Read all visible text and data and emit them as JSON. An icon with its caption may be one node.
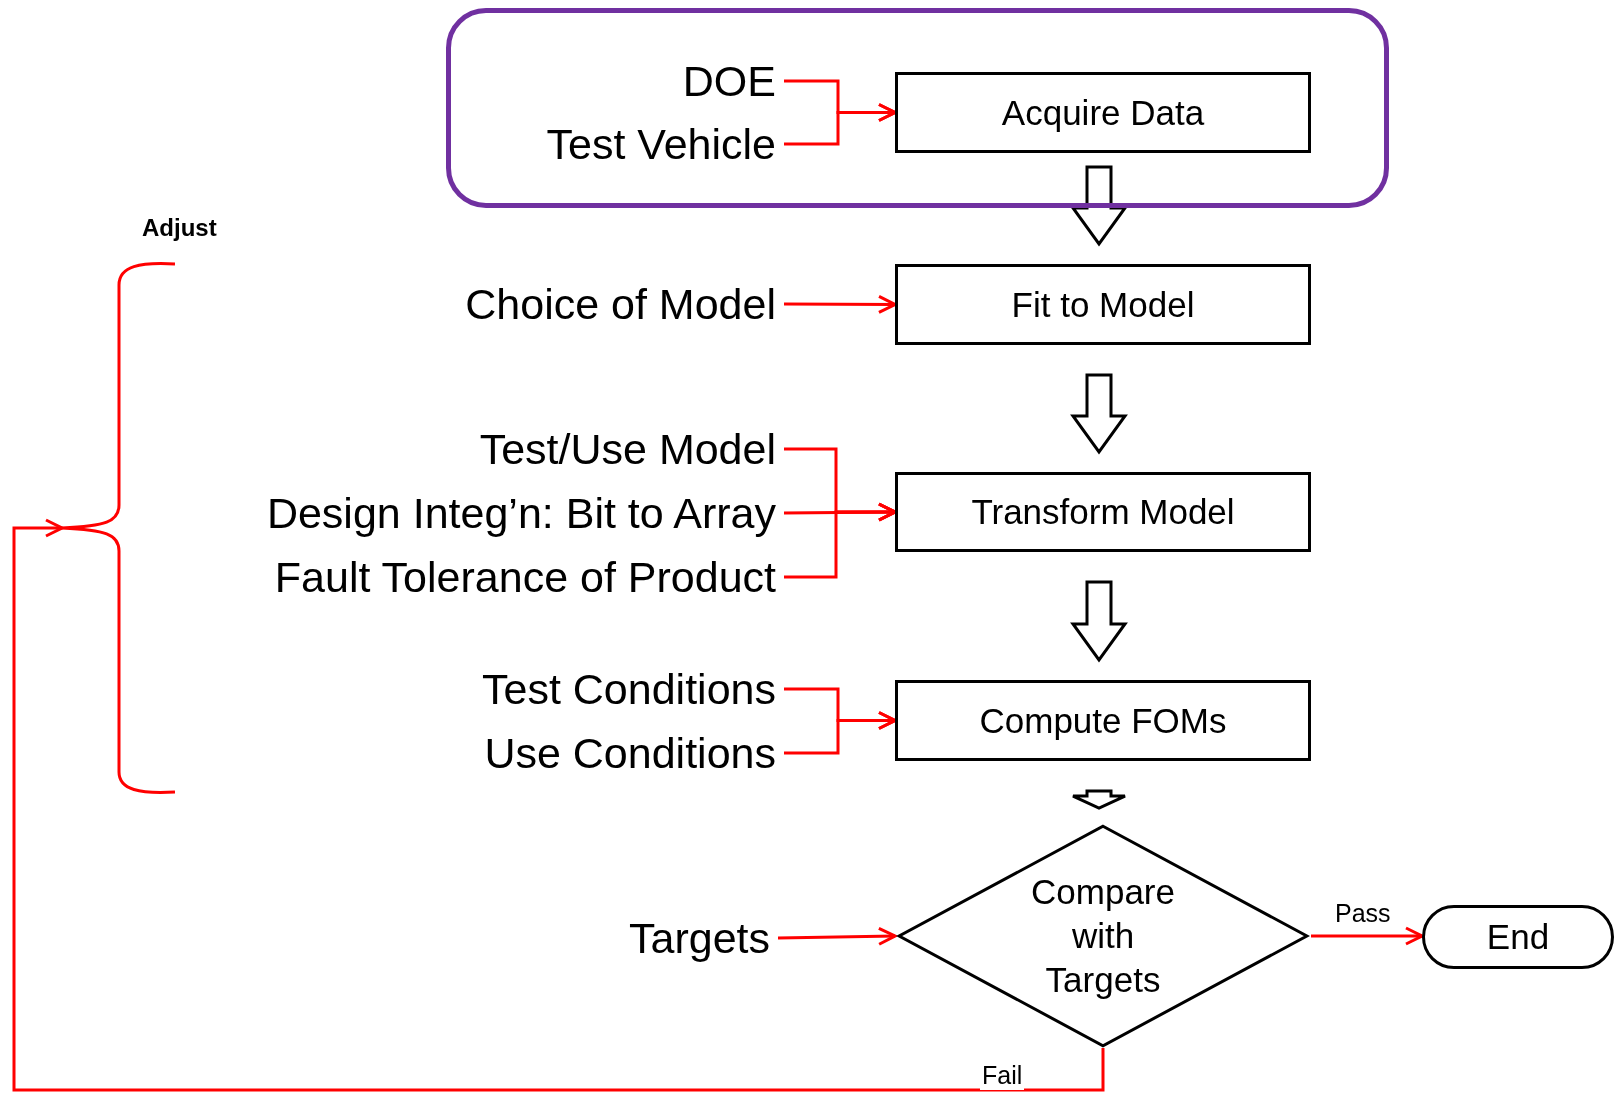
{
  "diagram": {
    "nodes": [
      {
        "text": [],
        "shape": "box"
      },
      {
        "text": [
          "DOE"
        ],
        "in": 0
      },
      {
        "text": [
          "Test Vehicle"
        ],
        "in": 0
      },
      {
        "text": [
          "Acquire Data"
        ],
        "in": 0
      },
      {
        "text": [
          "Choice of Model"
        ]
      },
      {
        "text": [
          "Fit to Model"
        ]
      },
      {
        "text": [
          "Test/Use Model"
        ]
      },
      {
        "text": [
          "Design Integ’n: Bit to Array"
        ]
      },
      {
        "text": [
          "Fault Tolerance of Product"
        ]
      },
      {
        "text": [
          "Transform Model"
        ]
      },
      {
        "text": [
          "Test Conditions"
        ]
      },
      {
        "text": [
          "Use Conditions"
        ]
      },
      {
        "text": [
          "Compute FOMs"
        ]
      },
      {
        "text": [
          "Targets"
        ]
      },
      {
        "text": [
          "Compare with Targets"
        ]
      },
      {
        "text": [
          "End"
        ]
      },
      {
        "text": [],
        "shape": "brace"
      }
    ],
    "edges": [
      {
        "from": 1,
        "to": 3,
        "arrow": "to"
      },
      {
        "from": 2,
        "to": 3,
        "arrow": "to"
      },
      {
        "from": 3,
        "to": 5,
        "arrow": "to",
        "style": "thick",
        "color": "#000000"
      },
      {
        "from": 4,
        "to": 5,
        "arrow": "to"
      },
      {
        "from": 5,
        "to": 9,
        "arrow": "to",
        "style": "thick",
        "color": "#000000"
      },
      {
        "from": 6,
        "to": 9,
        "arrow": "to"
      },
      {
        "from": 7,
        "to": 9,
        "arrow": "to"
      },
      {
        "from": 8,
        "to": 9,
        "arrow": "to"
      },
      {
        "from": 9,
        "to": 12,
        "arrow": "to",
        "style": "thick",
        "color": "#000000"
      },
      {
        "from": 10,
        "to": 12,
        "arrow": "to"
      },
      {
        "from": 11,
        "to": 12,
        "arrow": "to"
      },
      {
        "from": 12,
        "to": 14,
        "arrow": "to",
        "style": "thick",
        "color": "#000000"
      },
      {
        "from": 13,
        "to": 14,
        "arrow": "to"
      },
      {
        "from": 14,
        "to": 15,
        "arrow": "to",
        "label": "Pass"
      },
      {
        "from": 14,
        "to": 16,
        "arrow": "to",
        "label": "Fail"
      }
    ],
    "labels": [
      "Adjust"
    ]
  }
}
